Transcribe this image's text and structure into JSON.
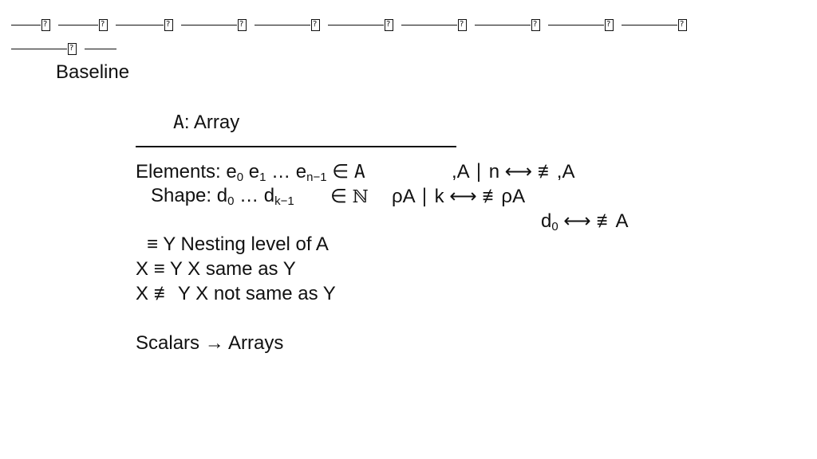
{
  "tab_strip": {
    "glyph": "?",
    "rows": [
      [
        {
          "line_width": 37,
          "has_glyph": true
        },
        {
          "line_width": 50,
          "has_glyph": true
        },
        {
          "line_width": 60,
          "has_glyph": true
        },
        {
          "line_width": 70,
          "has_glyph": true
        },
        {
          "line_width": 70,
          "has_glyph": true
        },
        {
          "line_width": 70,
          "has_glyph": true
        },
        {
          "line_width": 70,
          "has_glyph": true
        },
        {
          "line_width": 70,
          "has_glyph": true
        },
        {
          "line_width": 70,
          "has_glyph": true
        },
        {
          "line_width": 70,
          "has_glyph": true
        }
      ],
      [
        {
          "line_width": 70,
          "has_glyph": true
        },
        {
          "line_width": 40,
          "has_glyph": false
        }
      ]
    ]
  },
  "heading": {
    "baseline": "Baseline"
  },
  "array_def": {
    "symbol": "A",
    "label": ": Array"
  },
  "elements_row": {
    "label": "Elements: e",
    "sub0": "0",
    "e1": " e",
    "sub1": "1",
    "dots": " … e",
    "subn": "n−1",
    "in": " ∈ ",
    "symbol": "A",
    "right": ",A ∣ n  ⟷ ≢,A"
  },
  "shape_row": {
    "label": "Shape: d",
    "sub0": "0",
    "dots": " … d",
    "subk": "k−1",
    "in": "∈ ",
    "naturals": "ℕ",
    "right": "ρA ∣ k  ⟷ ≢ρA"
  },
  "d0_row": {
    "text": "d",
    "sub0": "0",
    "right": " ⟷ ≢A"
  },
  "rules": [
    "≡ Y  Nesting level of A",
    "X ≡ Y  X same as Y",
    "X ≢ Y  X not same as Y"
  ],
  "footer": {
    "scalars": "Scalars → Arrays"
  }
}
